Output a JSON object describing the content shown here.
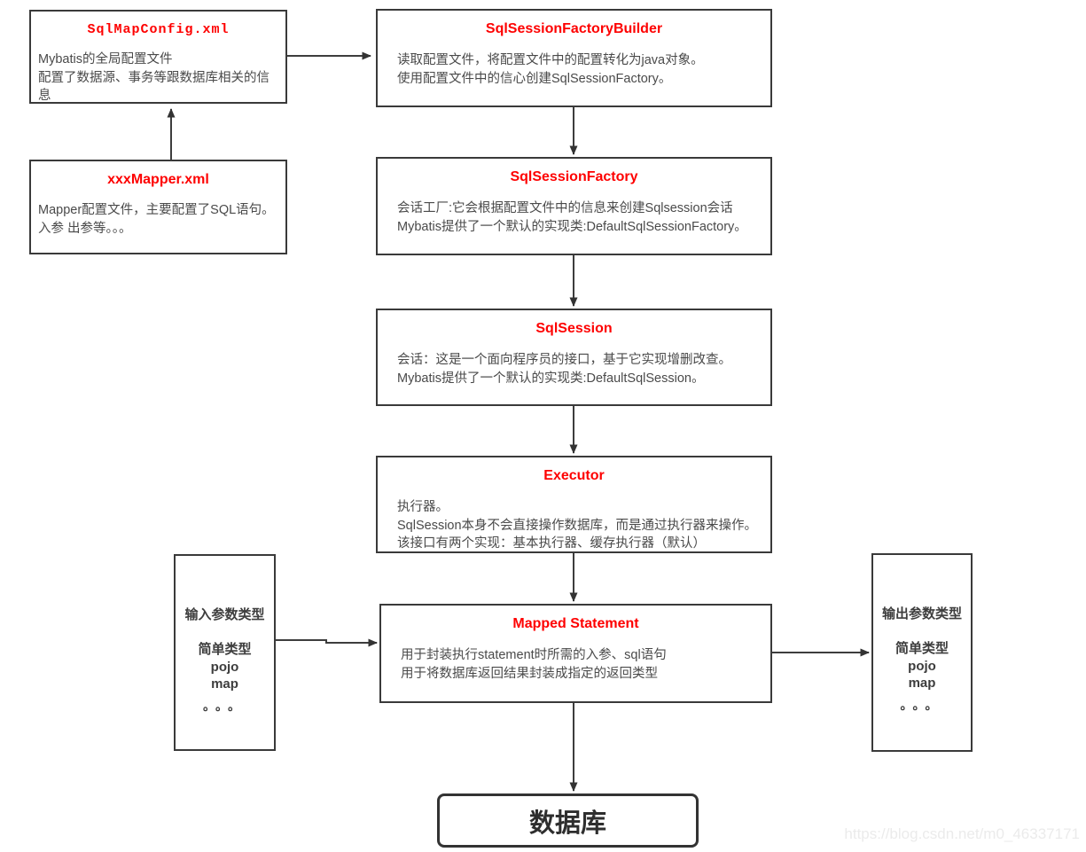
{
  "boxes": {
    "sqlmapconfig": {
      "title": "SqlMapConfig.xml",
      "lines": [
        "Mybatis的全局配置文件",
        "配置了数据源、事务等跟数据库相关的信息"
      ]
    },
    "xxxmapper": {
      "title": "xxxMapper.xml",
      "lines": [
        "Mapper配置文件，主要配置了SQL语句。",
        "入参 出参等。。。"
      ]
    },
    "builder": {
      "title": "SqlSessionFactoryBuilder",
      "lines": [
        "读取配置文件，将配置文件中的配置转化为java对象。",
        "使用配置文件中的信心创建SqlSessionFactory。"
      ]
    },
    "factory": {
      "title": "SqlSessionFactory",
      "lines": [
        "会话工厂:它会根据配置文件中的信息来创建Sqlsession会话",
        "Mybatis提供了一个默认的实现类:DefaultSqlSessionFactory。"
      ]
    },
    "session": {
      "title": "SqlSession",
      "lines": [
        "会话：这是一个面向程序员的接口，基于它实现增删改查。",
        "Mybatis提供了一个默认的实现类:DefaultSqlSession。"
      ]
    },
    "executor": {
      "title": "Executor",
      "lines": [
        "执行器。",
        "SqlSession本身不会直接操作数据库，而是通过执行器来操作。",
        "该接口有两个实现：基本执行器、缓存执行器（默认）"
      ]
    },
    "mapped": {
      "title": "Mapped Statement",
      "lines": [
        "用于封装执行statement时所需的入参、sql语句",
        "用于将数据库返回结果封装成指定的返回类型"
      ]
    },
    "input_params": {
      "title": "输入参数类型",
      "lines": [
        "简单类型",
        "pojo",
        "map"
      ],
      "dots": "。。。"
    },
    "output_params": {
      "title": "输出参数类型",
      "lines": [
        "简单类型",
        "pojo",
        "map"
      ],
      "dots": "。。。"
    },
    "database": {
      "title": "数据库"
    }
  },
  "watermark": "https://blog.csdn.net/m0_46337171",
  "colors": {
    "title_red": "#fe0000",
    "box_border": "#3a3a3a",
    "body_text": "#4a4a4a",
    "watermark": "#ebebeb"
  }
}
